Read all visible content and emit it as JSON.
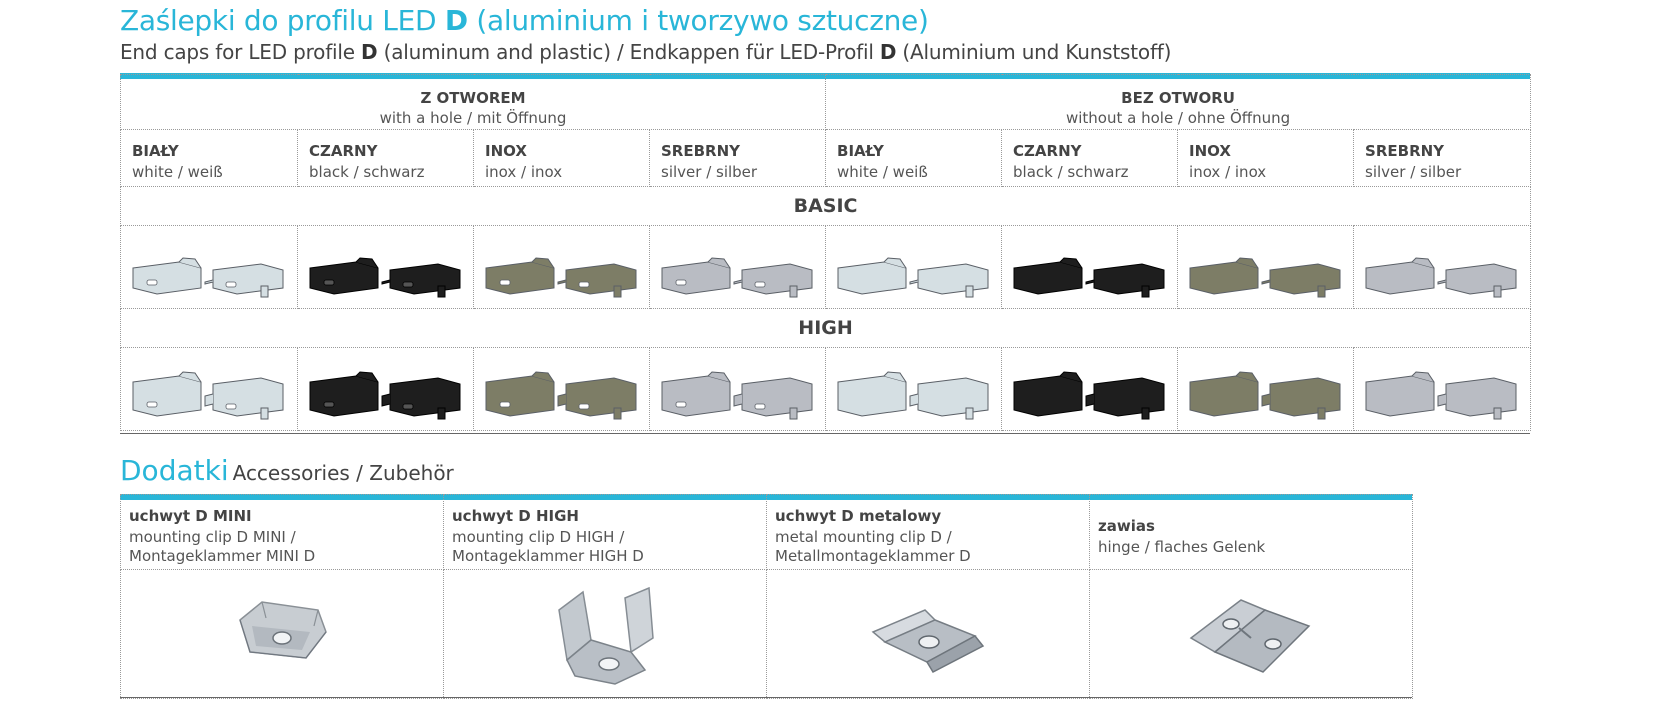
{
  "header": {
    "title_prefix": "Zaślepki do profilu LED ",
    "title_bold": "D",
    "title_suffix": " (aluminium i tworzywo sztuczne)",
    "subtitle_1": "End caps for LED profile ",
    "subtitle_bold_1": "D",
    "subtitle_2": " (aluminum and plastic) / Endkappen für LED-Profil ",
    "subtitle_bold_2": "D",
    "subtitle_3": " (Aluminium und Kunststoff)"
  },
  "groups": [
    {
      "pl": "Z OTWOREM",
      "en": "with a hole / mit Öffnung"
    },
    {
      "pl": "BEZ OTWORU",
      "en": "without a hole / ohne Öffnung"
    }
  ],
  "columns": [
    {
      "pl": "BIAŁY",
      "en": "white / weiß",
      "color": "#d5dfe3"
    },
    {
      "pl": "CZARNY",
      "en": "black / schwarz",
      "color": "#1e1e1e"
    },
    {
      "pl": "INOX",
      "en": "inox / inox",
      "color": "#7d7d66"
    },
    {
      "pl": "SREBRNY",
      "en": "silver / silber",
      "color": "#b9bcc3"
    },
    {
      "pl": "BIAŁY",
      "en": "white / weiß",
      "color": "#d5dfe3"
    },
    {
      "pl": "CZARNY",
      "en": "black / schwarz",
      "color": "#1e1e1e"
    },
    {
      "pl": "INOX",
      "en": "inox / inox",
      "color": "#7d7d66"
    },
    {
      "pl": "SREBRNY",
      "en": "silver / silber",
      "color": "#b9bcc3"
    }
  ],
  "sections": [
    {
      "label": "BASIC"
    },
    {
      "label": "HIGH"
    }
  ],
  "accessories": {
    "title": "Dodatki",
    "subtitle": "Accessories / Zubehör",
    "items": [
      {
        "pl": "uchwyt D MINI",
        "en_1": "mounting clip D MINI /",
        "en_2": "Montageklammer MINI D"
      },
      {
        "pl": "uchwyt D HIGH",
        "en_1": "mounting clip D HIGH /",
        "en_2": "Montageklammer HIGH D"
      },
      {
        "pl": "uchwyt D metalowy",
        "en_1": "metal mounting clip D /",
        "en_2": "Metallmontageklammer D"
      },
      {
        "pl": "zawias",
        "en_1": "hinge / flaches Gelenk",
        "en_2": ""
      }
    ]
  },
  "colors": {
    "accent": "#29b6d8"
  }
}
